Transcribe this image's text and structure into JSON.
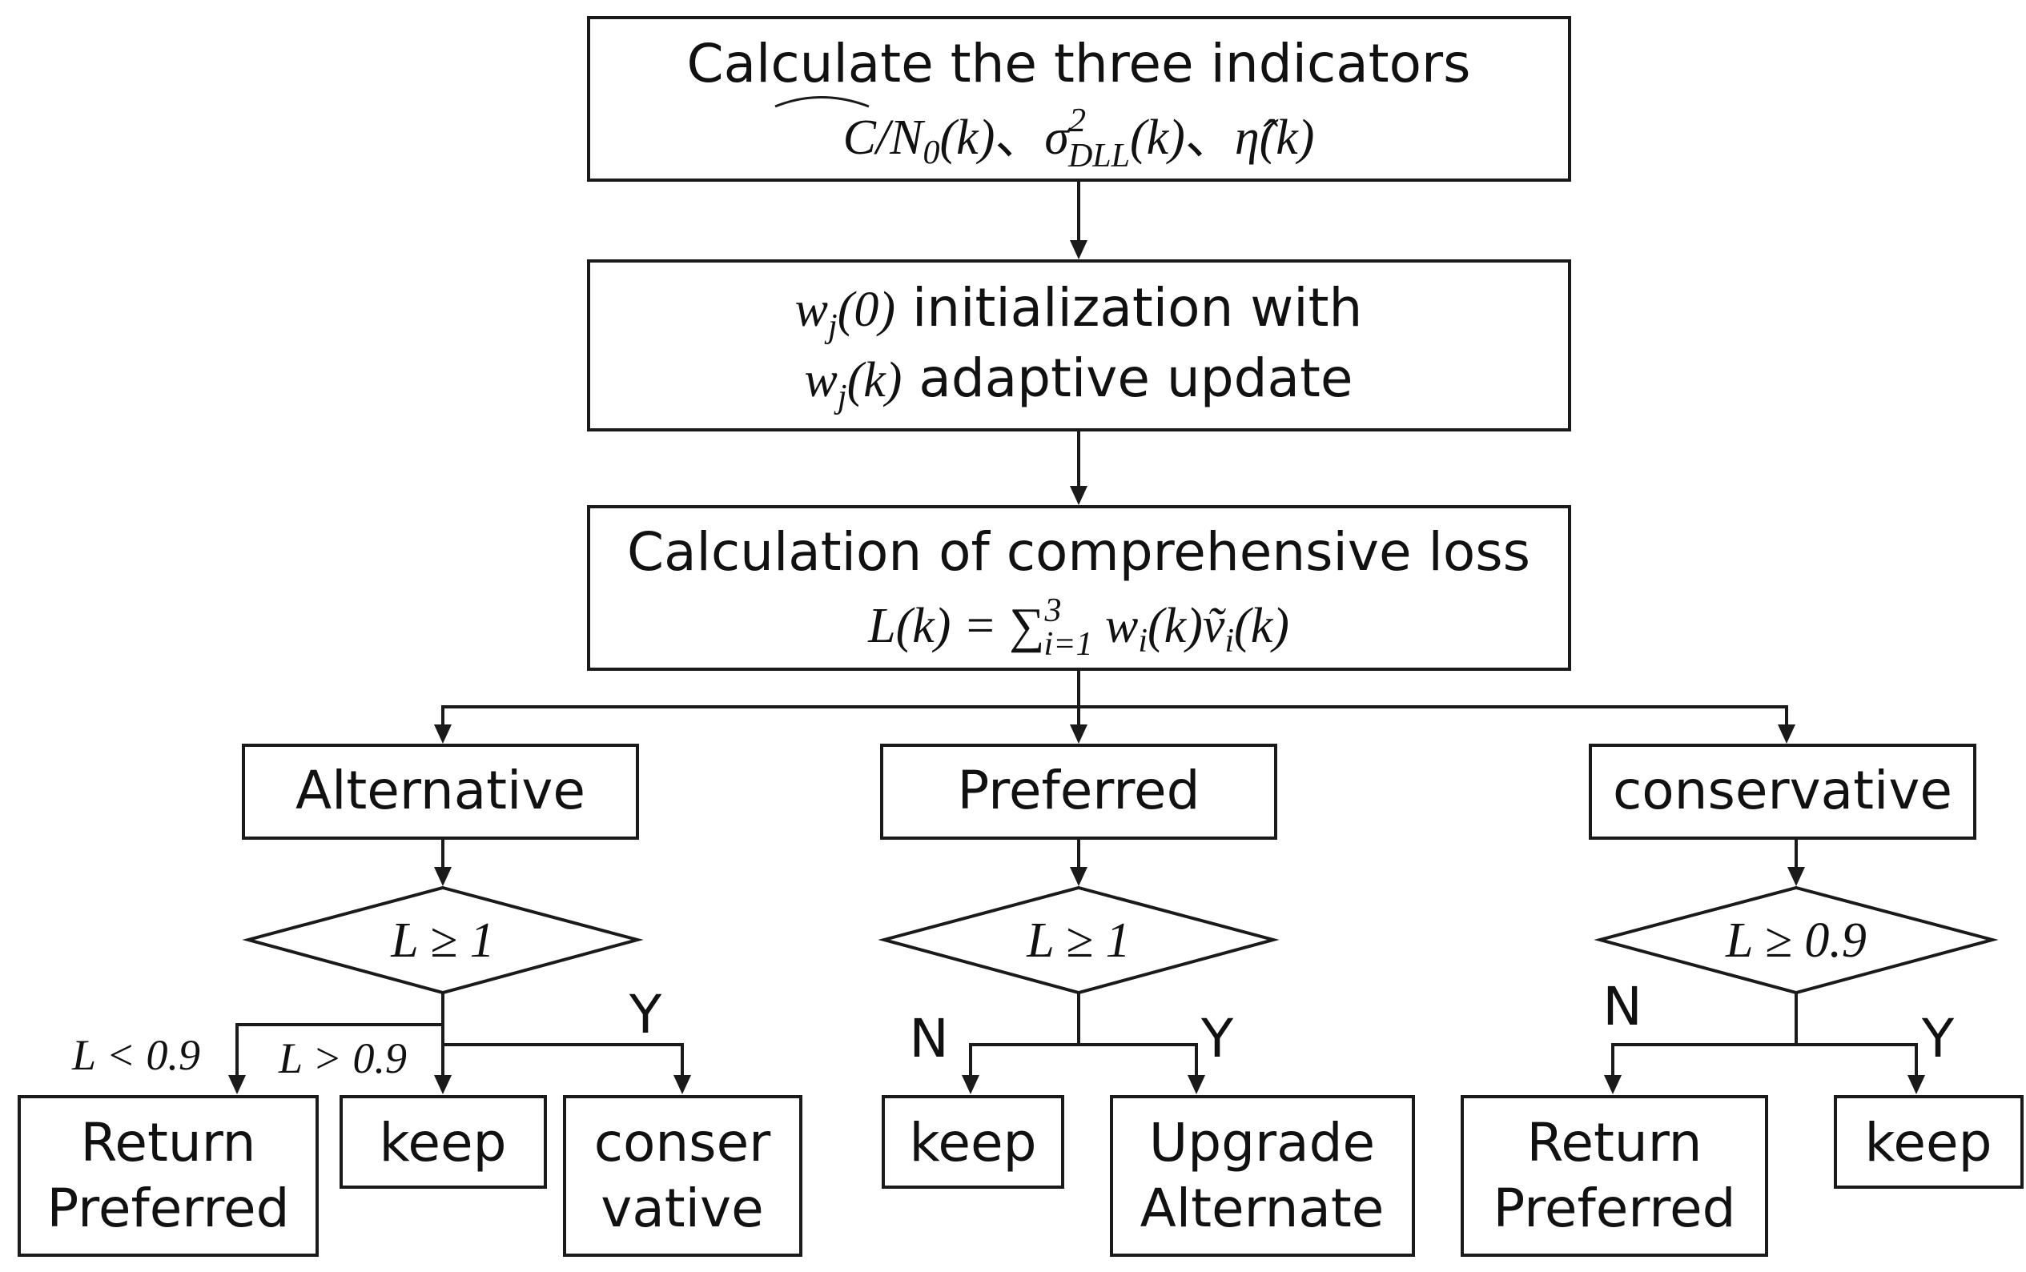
{
  "process": {
    "indicators": {
      "title": "Calculate the three indicators",
      "ind1": "C/N",
      "ind1_sub": "0",
      "ind1_arg": "(k)",
      "sep1": "、",
      "ind2": "σ",
      "ind2_sup": "2",
      "ind2_sub": "DLL",
      "ind2_arg": "(k)",
      "sep2": "、",
      "ind3": "η̂",
      "ind3_arg": "(k)"
    },
    "weights": {
      "line1_w": "w",
      "line1_j": "j",
      "line1_arg": "(0)",
      "line1_text": " initialization with",
      "line2_w": "w",
      "line2_j": "j",
      "line2_arg": "(k)",
      "line2_text": " adaptive update"
    },
    "loss": {
      "title": "Calculation of comprehensive loss",
      "lhs": "L(k) = ∑",
      "sum_sup": "3",
      "sum_sub": "i=1",
      "w": " w",
      "w_sub": "i",
      "w_arg": "(k)",
      "v": "ṽ",
      "v_sub": "i",
      "v_arg": "(k)"
    }
  },
  "modes": {
    "alternative": {
      "label": "Alternative",
      "condition": "L ≥ 1",
      "branch_low": "L < 0.9",
      "branch_mid": "L > 0.9",
      "branch_yes": "Y",
      "out_low_1": "Return",
      "out_low_2": "Preferred",
      "out_mid": "keep",
      "out_yes_1": "conser",
      "out_yes_2": "vative"
    },
    "preferred": {
      "label": "Preferred",
      "condition": "L ≥ 1",
      "branch_no": "N",
      "branch_yes": "Y",
      "out_no": "keep",
      "out_yes_1": "Upgrade",
      "out_yes_2": "Alternate"
    },
    "conservative": {
      "label": "conservative",
      "condition": "L ≥ 0.9",
      "branch_no": "N",
      "branch_yes": "Y",
      "out_no_1": "Return",
      "out_no_2": "Preferred",
      "out_yes": "keep"
    }
  }
}
